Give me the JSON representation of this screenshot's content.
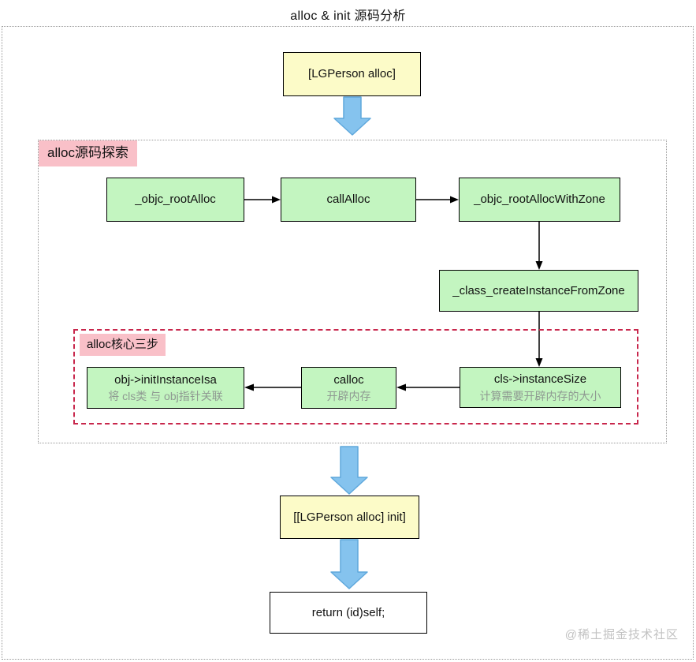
{
  "title": "alloc & init 源码分析",
  "watermark": "@稀土掘金技术社区",
  "colors": {
    "box_yellow": "#fcfbc8",
    "box_green": "#c3f5c0",
    "label_pink": "#f9c0c8",
    "core_border_red": "#c8274c",
    "dotted_border_gray": "#9a9a9a",
    "arrow_blue_fill": "#85c3ee",
    "arrow_blue_stroke": "#5fa8dc",
    "subtitle_gray": "#8f9a92"
  },
  "flow": {
    "start_box": "[LGPerson alloc]",
    "init_box": "[[LGPerson alloc] init]",
    "return_box": "return (id)self;"
  },
  "alloc_region": {
    "label": "alloc源码探索",
    "nodes": [
      "_objc_rootAlloc",
      "callAlloc",
      "_objc_rootAllocWithZone",
      "_class_createInstanceFromZone"
    ]
  },
  "core_region": {
    "label": "alloc核心三步",
    "steps": [
      {
        "title": "cls->instanceSize",
        "subtitle": "计算需要开辟内存的大小"
      },
      {
        "title": "calloc",
        "subtitle": "开辟内存"
      },
      {
        "title": "obj->initInstanceIsa",
        "subtitle": "将 cls类 与 obj指针关联"
      }
    ]
  }
}
